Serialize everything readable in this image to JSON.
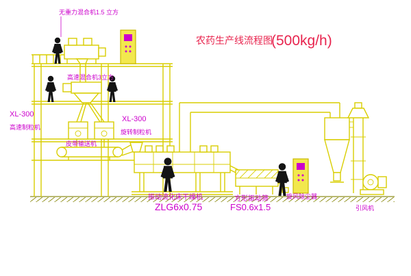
{
  "title": {
    "name": "农药生产线流程图",
    "capacity": "(500kg/h)"
  },
  "labels": {
    "gravity_mixer": "无重力混合机1.5 立方",
    "high_speed_mixer": "高速混合机3立方",
    "granulator_left_model": "XL-300",
    "granulator_left_name": "高速制粒机",
    "granulator_center_model": "XL-300",
    "granulator_center_name": "旋转制粒机",
    "belt_conveyor": "皮带输送机",
    "dryer_name": "振动流化床干燥机",
    "dryer_model": "ZLG6x0.75",
    "sieve_name": "方形振动筛",
    "sieve_model": "FS0.6x1.5",
    "cyclone": "旋风除尘器",
    "fan": "引风机"
  },
  "colors": {
    "equipment_yellow": "#d9ce00",
    "label_magenta": "#cc00cc",
    "title_red": "#e8244e",
    "figure_black": "#141414",
    "background": "#ffffff"
  }
}
